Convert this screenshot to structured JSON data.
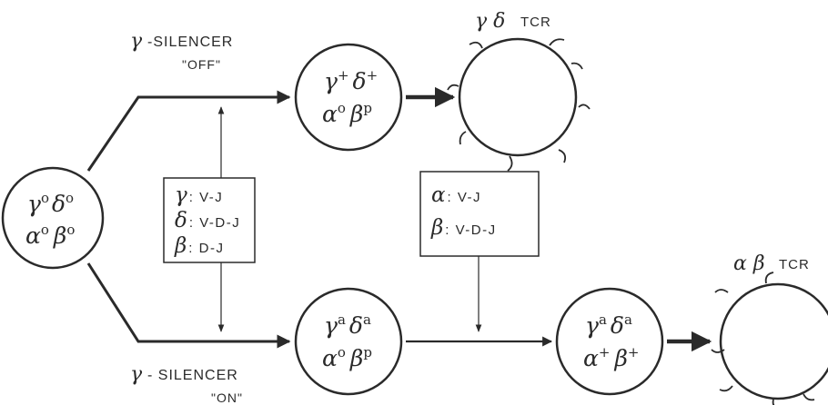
{
  "labels": {
    "silencer_off_line1": "-SILENCER",
    "silencer_off_line2": "\"OFF\"",
    "silencer_on_line1": "- SILENCER",
    "silencer_on_line2": "\"ON\"",
    "gamma_symbol": "γ",
    "gd_tcr_greek": "γ δ",
    "gd_tcr_suffix": "TCR",
    "ab_tcr_greek": "α β",
    "ab_tcr_suffix": "TCR"
  },
  "cells": {
    "start": {
      "g": "γ",
      "g_sup": "o",
      "d": "δ",
      "d_sup": "o",
      "a": "α",
      "a_sup": "o",
      "b": "β",
      "b_sup": "o"
    },
    "top": {
      "g": "γ",
      "g_sup": "+",
      "d": "δ",
      "d_sup": "+",
      "a": "α",
      "a_sup": "o",
      "b": "β",
      "b_sup": "p"
    },
    "bottom": {
      "g": "γ",
      "g_sup": "a",
      "d": "δ",
      "d_sup": "a",
      "a": "α",
      "a_sup": "o",
      "b": "β",
      "b_sup": "p"
    },
    "final": {
      "g": "γ",
      "g_sup": "a",
      "d": "δ",
      "d_sup": "a",
      "a": "α",
      "a_sup": "+",
      "b": "β",
      "b_sup": "+"
    }
  },
  "rearrangement_box_1": [
    {
      "chain": "γ",
      "text": ": V-J"
    },
    {
      "chain": "δ",
      "text": ": V-D-J"
    },
    {
      "chain": "β",
      "text": ": D-J"
    }
  ],
  "rearrangement_box_2": [
    {
      "chain": "α",
      "text": ": V-J"
    },
    {
      "chain": "β",
      "text": ": V-D-J"
    }
  ],
  "colors": {
    "ink": "#2a2a2a",
    "background": "#ffffff"
  }
}
